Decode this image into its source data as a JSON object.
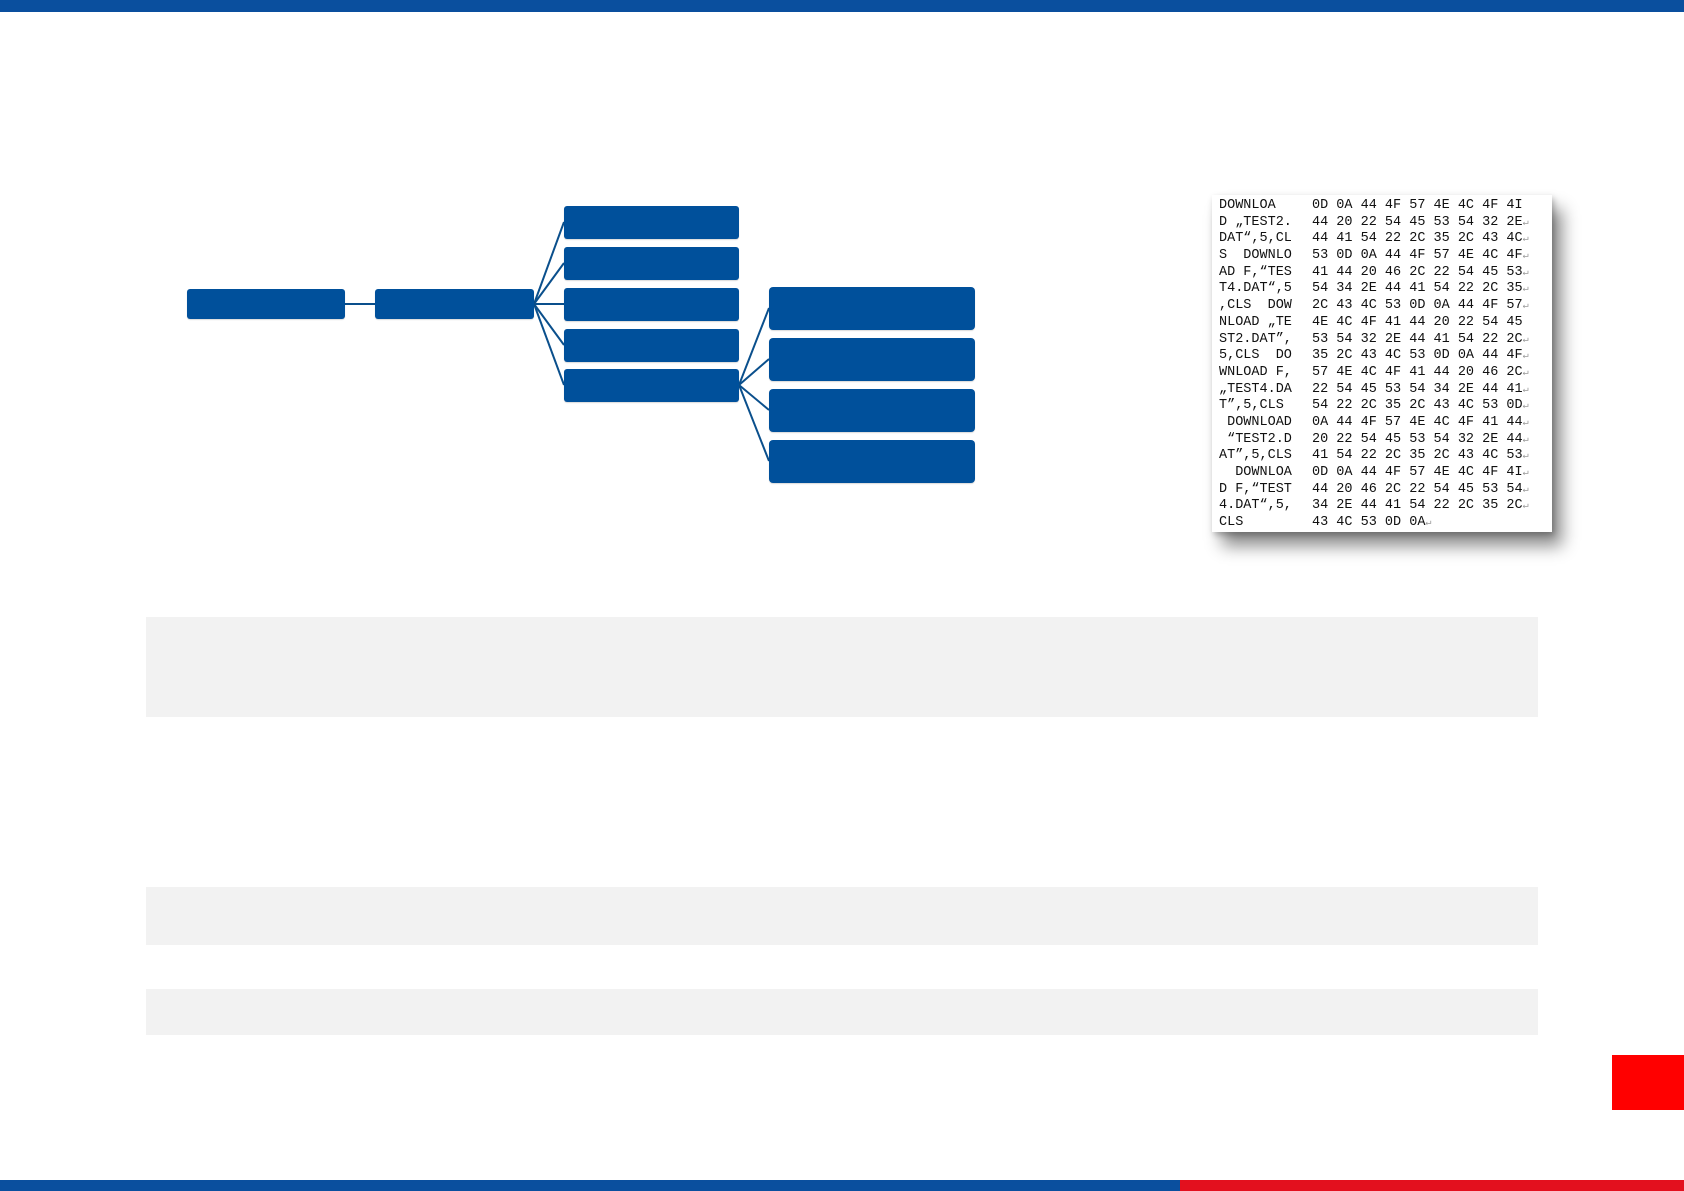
{
  "colors": {
    "brand_blue": "#0a4f9e",
    "node_blue": "#00509b",
    "accent_red": "#e3101e",
    "marker_red": "#ff0000",
    "band_gray": "#f2f2f2",
    "connector": "#0a4f8c"
  },
  "hex_dump": {
    "rows": [
      {
        "text": "DOWNLOA",
        "hex": "0D 0A 44 4F 57 4E 4C 4F 4I",
        "mark": ""
      },
      {
        "text": "D „TEST2.",
        "hex": "44 20 22 54 45 53 54 32 2E",
        "mark": "↵"
      },
      {
        "text": "DAT“,5,CL",
        "hex": "44 41 54 22 2C 35 2C 43 4C",
        "mark": "↵"
      },
      {
        "text": "S  DOWNLO",
        "hex": "53 0D 0A 44 4F 57 4E 4C 4F",
        "mark": "↵"
      },
      {
        "text": "AD F,“TES",
        "hex": "41 44 20 46 2C 22 54 45 53",
        "mark": "↵"
      },
      {
        "text": "T4.DAT“,5",
        "hex": "54 34 2E 44 41 54 22 2C 35",
        "mark": "↵"
      },
      {
        "text": ",CLS  DOW",
        "hex": "2C 43 4C 53 0D 0A 44 4F 57",
        "mark": "↵"
      },
      {
        "text": "NLOAD „TE",
        "hex": "4E 4C 4F 41 44 20 22 54 45",
        "mark": ""
      },
      {
        "text": "ST2.DAT”,",
        "hex": "53 54 32 2E 44 41 54 22 2C",
        "mark": "↵"
      },
      {
        "text": "5,CLS  DO",
        "hex": "35 2C 43 4C 53 0D 0A 44 4F",
        "mark": "↵"
      },
      {
        "text": "WNLOAD F,",
        "hex": "57 4E 4C 4F 41 44 20 46 2C",
        "mark": "↵"
      },
      {
        "text": "„TEST4.DA",
        "hex": "22 54 45 53 54 34 2E 44 41",
        "mark": "↵"
      },
      {
        "text": "T”,5,CLS",
        "hex": "54 22 2C 35 2C 43 4C 53 0D",
        "mark": "↵"
      },
      {
        "text": " DOWNLOAD",
        "hex": "0A 44 4F 57 4E 4C 4F 41 44",
        "mark": "↵"
      },
      {
        "text": " “TEST2.D",
        "hex": "20 22 54 45 53 54 32 2E 44",
        "mark": "↵"
      },
      {
        "text": "AT”,5,CLS",
        "hex": "41 54 22 2C 35 2C 43 4C 53",
        "mark": "↵"
      },
      {
        "text": "  DOWNLOA",
        "hex": "0D 0A 44 4F 57 4E 4C 4F 4I",
        "mark": "↵"
      },
      {
        "text": "D F,“TEST",
        "hex": "44 20 46 2C 22 54 45 53 54",
        "mark": "↵"
      },
      {
        "text": "4.DAT“,5,",
        "hex": "34 2E 44 41 54 22 2C 35 2C",
        "mark": "↵"
      },
      {
        "text": "CLS",
        "hex": "43 4C 53 0D 0A",
        "mark": "↵"
      }
    ]
  }
}
